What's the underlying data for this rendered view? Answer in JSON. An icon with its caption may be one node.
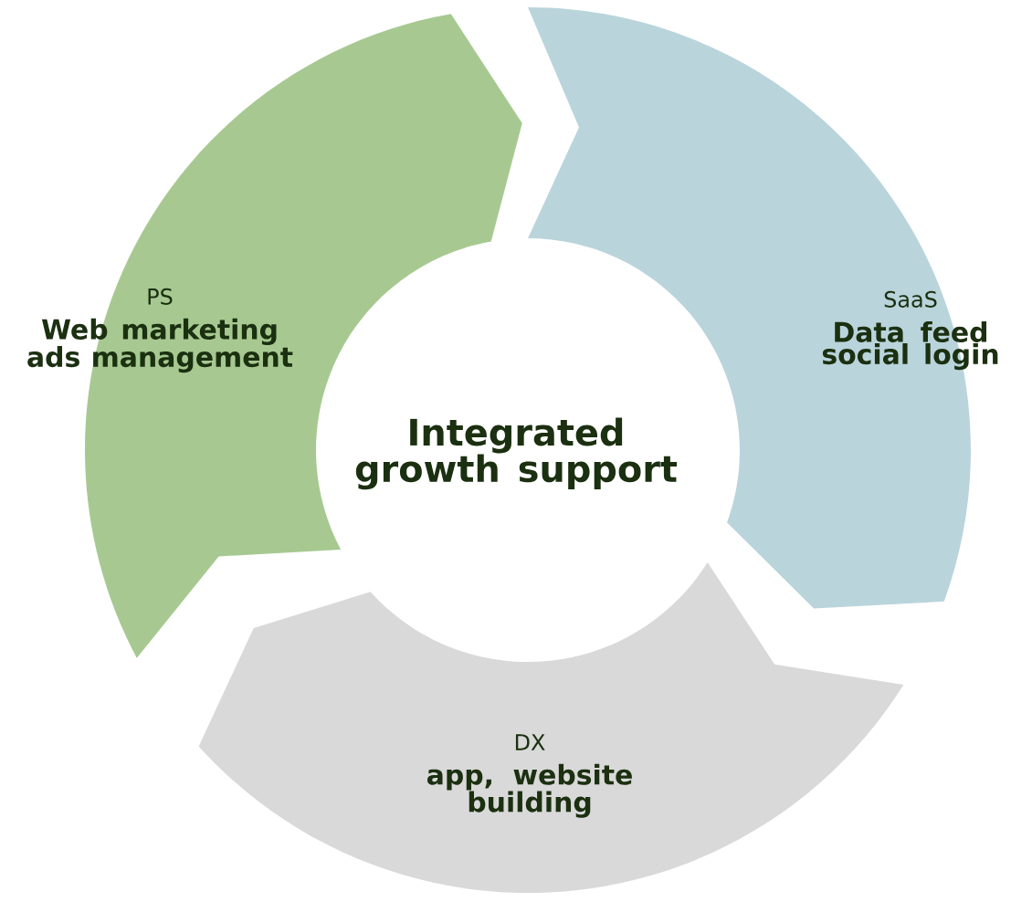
{
  "diagram": {
    "nodes": [
      {
        "text": [
          "Integrated growth support"
        ]
      },
      {
        "text": [
          "PS",
          "Web marketing ads management"
        ]
      },
      {
        "text": [
          "SaaS",
          "Data feed social login"
        ]
      },
      {
        "text": [
          "DX",
          "app, website building"
        ]
      }
    ]
  }
}
